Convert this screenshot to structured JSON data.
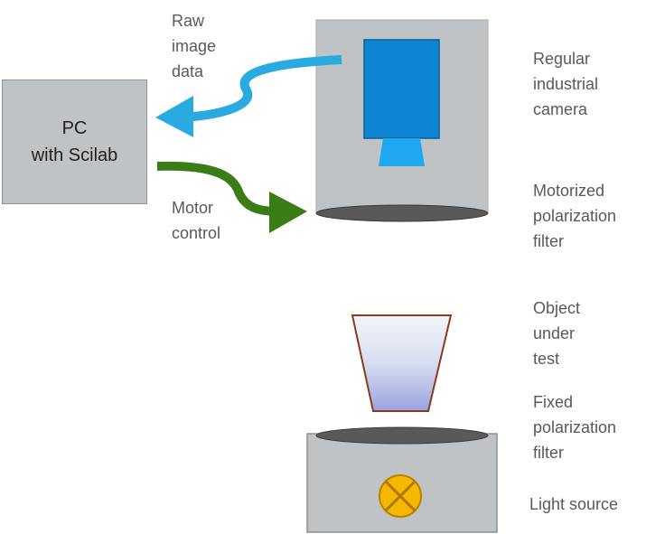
{
  "pc": {
    "line1": "PC",
    "line2": "with Scilab"
  },
  "labels": {
    "raw_data": [
      "Raw",
      "image",
      "data"
    ],
    "motor_control": [
      "Motor",
      "control"
    ],
    "camera": [
      "Regular",
      "industrial",
      "camera"
    ],
    "motorized_filter": [
      "Motorized",
      "polarization",
      "filter"
    ],
    "object": [
      "Object",
      "under",
      "test"
    ],
    "fixed_filter": [
      "Fixed",
      "polarization",
      "filter"
    ],
    "light_source": "Light source"
  },
  "colors": {
    "housing": "#bfc3c6",
    "camera_body": "#0e86d4",
    "lens": "#1ea8f0",
    "raw_data_arrow": "#29abe2",
    "motor_arrow": "#3a7d16",
    "filter": "#595959",
    "lamp": "#f5b800"
  },
  "icons": {
    "light": "lamp-cross-icon"
  }
}
